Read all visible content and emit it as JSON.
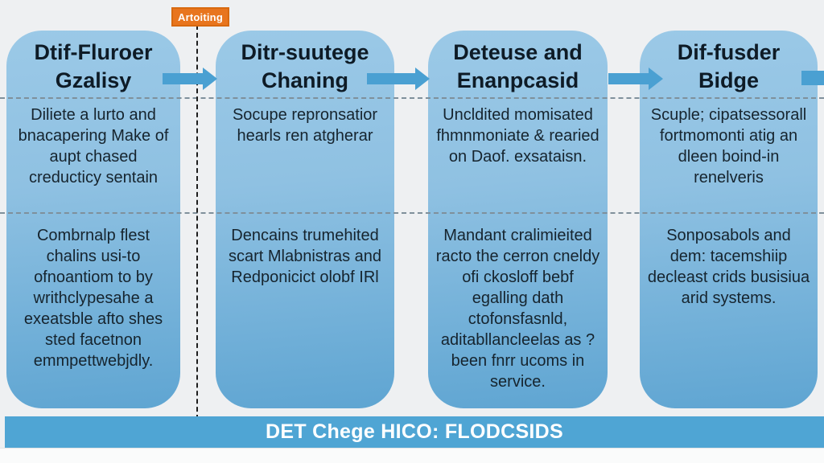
{
  "badge": {
    "label": "Artoiting"
  },
  "columns": [
    {
      "title": "Dtif-Fluroer\nGzalisy",
      "p1": "Diliete a lurto and bnacapering Make of aupt chased creducticy sentain",
      "p2": "Combrnalp flest chalins usi-to ofnoantiom to by writhclypesahe a exeatsble afto shes sted facetnon emmpettwebjdly."
    },
    {
      "title": "Ditr-suutege\nChaning",
      "p1": "Socupe repronsatior hearls ren atgherar",
      "p2": "Dencains trumehited scart Mlabnistras and Redponicict olobf IRl"
    },
    {
      "title": "Deteuse and\nEnanpcasid",
      "p1": "Uncldited momisated fhmnmoniate & rearied on Daof. exsataisn.",
      "p2": "Mandant cralimieited racto the cerron cneldy ofi ckosloff bebf egalling dath ctofonsfasnld, aditabllancleelas as ? been fnrr ucoms in service."
    },
    {
      "title": "Dif-fusder\nBidge",
      "p1": "Scuple; cipatsessorall fortmomonti atig an dleen boind-in renelveris",
      "p2": "Sonposabols and dem: tacemshiip decleast crids busisiua arid systems."
    }
  ],
  "footer": {
    "label": "DET Chege HICO: FLODCSIDS"
  },
  "colors": {
    "badge": "#e8751e",
    "column_fill_top": "#9bc9e7",
    "column_fill_bottom": "#5fa5d2",
    "arrow": "#4aa0d2",
    "footer_bar": "#4fa5d4",
    "background": "#eef0f2"
  }
}
